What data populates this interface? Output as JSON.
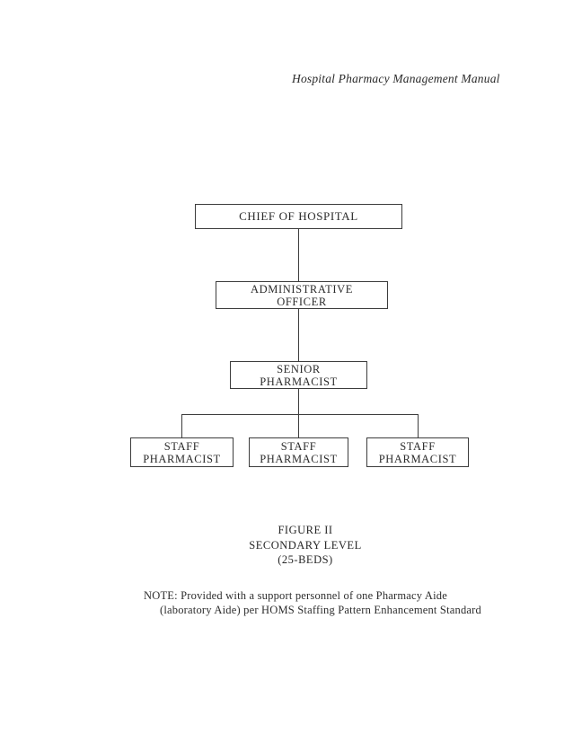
{
  "page": {
    "background_color": "#ffffff",
    "ink_color": "#2f2f2f"
  },
  "header": {
    "title": "Hospital Pharmacy Management Manual"
  },
  "org_chart": {
    "nodes": [
      {
        "id": "chief",
        "lines": [
          "CHIEF OF HOSPITAL"
        ]
      },
      {
        "id": "admin",
        "lines": [
          "ADMINISTRATIVE",
          "OFFICER"
        ]
      },
      {
        "id": "senior",
        "lines": [
          "SENIOR",
          "PHARMACIST"
        ]
      },
      {
        "id": "staff-1",
        "lines": [
          "STAFF",
          "PHARMACIST"
        ]
      },
      {
        "id": "staff-2",
        "lines": [
          "STAFF",
          "PHARMACIST"
        ]
      },
      {
        "id": "staff-3",
        "lines": [
          "STAFF",
          "PHARMACIST"
        ]
      }
    ],
    "edges": [
      {
        "from": "chief",
        "to": "admin"
      },
      {
        "from": "admin",
        "to": "senior"
      },
      {
        "from": "senior",
        "to": "staff-1"
      },
      {
        "from": "senior",
        "to": "staff-2"
      },
      {
        "from": "senior",
        "to": "staff-3"
      }
    ]
  },
  "caption": {
    "line1": "FIGURE II",
    "line2": "SECONDARY LEVEL",
    "line3": "(25-BEDS)"
  },
  "note": {
    "line1": "NOTE: Provided with a support personnel of one Pharmacy Aide",
    "line2": "(laboratory Aide) per HOMS Staffing Pattern Enhancement Standard"
  }
}
